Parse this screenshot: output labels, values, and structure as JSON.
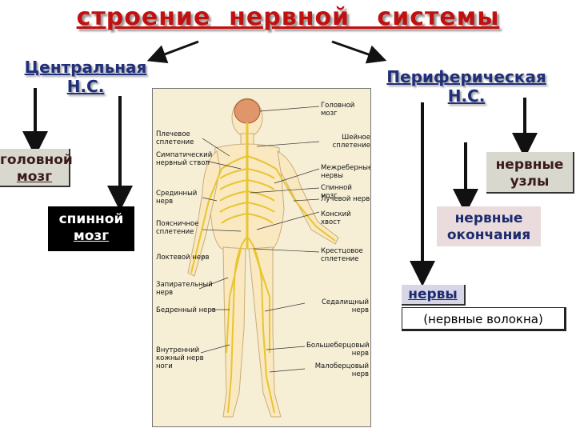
{
  "title": "строение  нервной   системы",
  "central": {
    "line1": "Центральная",
    "line2": "Н.С."
  },
  "peripheral": {
    "line1": "Периферическая",
    "line2": "Н.С."
  },
  "brain_box": {
    "line1": "головной",
    "line2": "мозг"
  },
  "spinal_box": {
    "line1": "спинной",
    "line2": "мозг"
  },
  "ganglia_box": {
    "line1": "нервные",
    "line2": "узлы"
  },
  "endings_box": {
    "line1": "нервные",
    "line2": "окончания"
  },
  "nerves_box": {
    "line1": "нервы",
    "line2": "(нервные волокна)"
  },
  "figure_labels_left": [
    "Плечевое сплетение",
    "Симпатический нервный ствол",
    "Срединный нерв",
    "Поясничное сплетение",
    "Локтевой нерв",
    "Запирательный нерв",
    "Бедренный нерв",
    "Внутренний кожный нерв ноги"
  ],
  "figure_labels_right": [
    "Головной мозг",
    "Шейное сплетение",
    "Межреберные нервы",
    "Спинной мозг",
    "Лучевой нерв",
    "Конский хвост",
    "Крестцовое сплетение",
    "Седалищный нерв",
    "Большеберцовый нерв",
    "Малоберцовый нерв"
  ],
  "colors": {
    "title": "#c01010",
    "header": "#1f2f7a",
    "figure_bg": "#f6efd6",
    "nerve": "#e8c531",
    "body_fill": "#f9e8c0"
  }
}
